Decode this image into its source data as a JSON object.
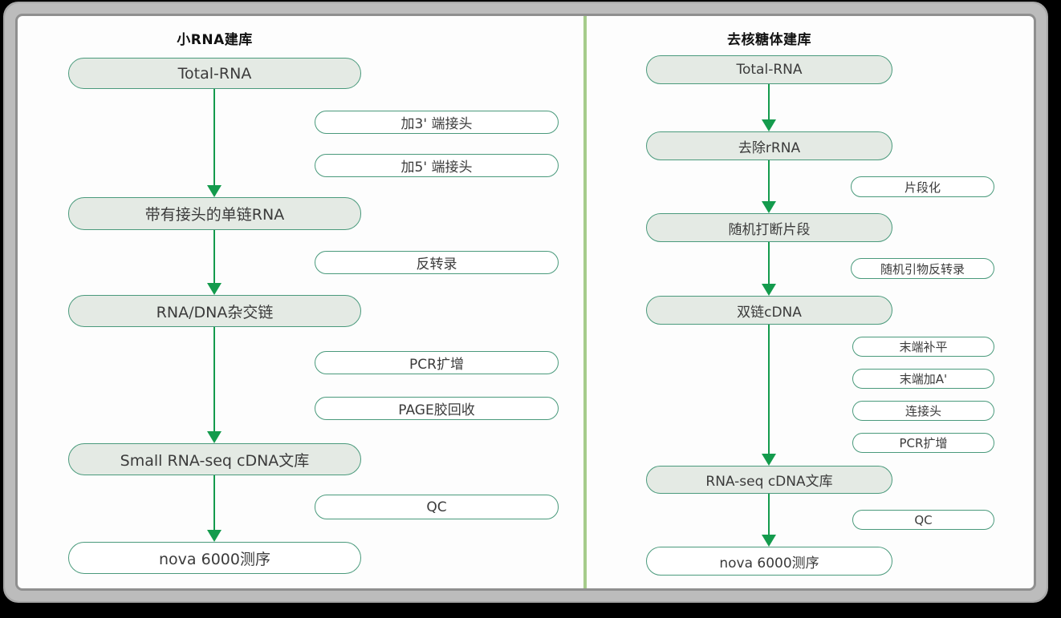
{
  "diagram": {
    "left_column": {
      "title": "小RNA建库",
      "nodes": {
        "total_rna": "Total-RNA",
        "adapter3": "加3' 端接头",
        "adapter5": "加5' 端接头",
        "ss_rna": "带有接头的单链RNA",
        "reverse_transcription": "反转录",
        "hybrid": "RNA/DNA杂交链",
        "pcr": "PCR扩增",
        "page_recovery": "PAGE胶回收",
        "library": "Small RNA-seq cDNA文库",
        "qc": "QC",
        "sequencing": "nova 6000测序"
      }
    },
    "right_column": {
      "title": "去核糖体建库",
      "nodes": {
        "total_rna": "Total-RNA",
        "remove_rrna": "去除rRNA",
        "fragmentation": "片段化",
        "random_fragments": "随机打断片段",
        "random_primer_rt": "随机引物反转录",
        "ds_cdna": "双链cDNA",
        "end_repair": "末端补平",
        "add_a_tail": "末端加A'",
        "ligate_adapter": "连接头",
        "pcr": "PCR扩增",
        "library": "RNA-seq cDNA文库",
        "qc": "QC",
        "sequencing": "nova  6000测序"
      }
    },
    "colors": {
      "box_border": "#4a9a7c",
      "box_fill": "#e4eae4",
      "arrow_green": "#149b4d",
      "divider_green": "#a6cc8b",
      "frame_silver": "#bcbcbc",
      "frame_edge": "#8f8f8f",
      "background": "#000000",
      "canvas": "#fdfdfd"
    }
  }
}
